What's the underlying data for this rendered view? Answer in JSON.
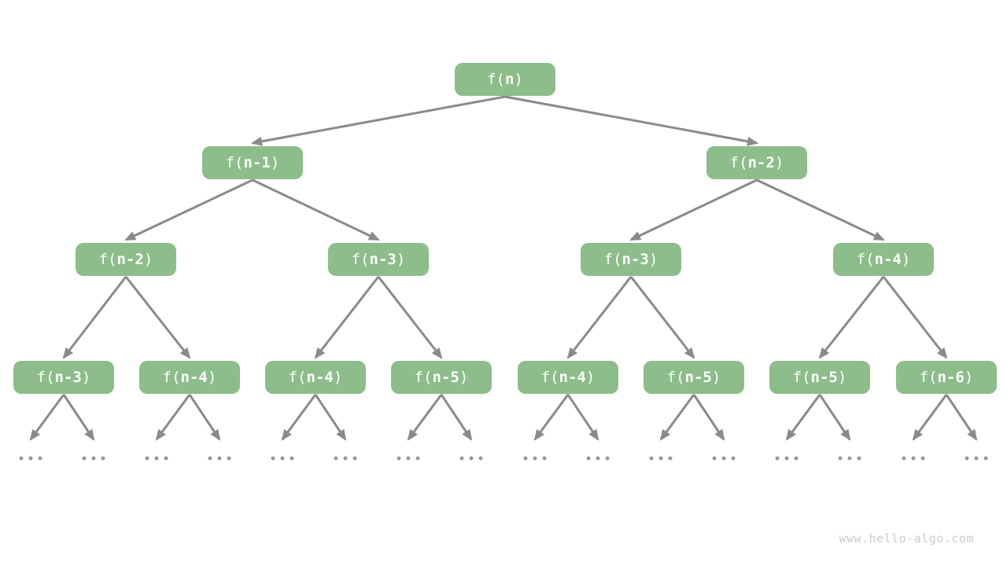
{
  "watermark": "www.hello-algo.com",
  "colors": {
    "node_bg": "#8CBD8A",
    "node_text": "#ffffff",
    "arrow": "#8a8a8a",
    "ellipsis_dot": "#999999",
    "watermark": "#cccccc",
    "background": "#ffffff"
  },
  "tree": {
    "leaf_marker": "...",
    "nodes": [
      {
        "id": "n0",
        "pre": "f(",
        "bold": "n",
        "post": ")",
        "label": "f(n)"
      },
      {
        "id": "n1",
        "pre": "f(",
        "bold": "n-1",
        "post": ")",
        "label": "f(n-1)"
      },
      {
        "id": "n2",
        "pre": "f(",
        "bold": "n-2",
        "post": ")",
        "label": "f(n-2)"
      },
      {
        "id": "n3",
        "pre": "f(",
        "bold": "n-2",
        "post": ")",
        "label": "f(n-2)"
      },
      {
        "id": "n4",
        "pre": "f(",
        "bold": "n-3",
        "post": ")",
        "label": "f(n-3)"
      },
      {
        "id": "n5",
        "pre": "f(",
        "bold": "n-3",
        "post": ")",
        "label": "f(n-3)"
      },
      {
        "id": "n6",
        "pre": "f(",
        "bold": "n-4",
        "post": ")",
        "label": "f(n-4)"
      },
      {
        "id": "n7",
        "pre": "f(",
        "bold": "n-3",
        "post": ")",
        "label": "f(n-3)"
      },
      {
        "id": "n8",
        "pre": "f(",
        "bold": "n-4",
        "post": ")",
        "label": "f(n-4)"
      },
      {
        "id": "n9",
        "pre": "f(",
        "bold": "n-4",
        "post": ")",
        "label": "f(n-4)"
      },
      {
        "id": "n10",
        "pre": "f(",
        "bold": "n-5",
        "post": ")",
        "label": "f(n-5)"
      },
      {
        "id": "n11",
        "pre": "f(",
        "bold": "n-4",
        "post": ")",
        "label": "f(n-4)"
      },
      {
        "id": "n12",
        "pre": "f(",
        "bold": "n-5",
        "post": ")",
        "label": "f(n-5)"
      },
      {
        "id": "n13",
        "pre": "f(",
        "bold": "n-5",
        "post": ")",
        "label": "f(n-5)"
      },
      {
        "id": "n14",
        "pre": "f(",
        "bold": "n-6",
        "post": ")",
        "label": "f(n-6)"
      }
    ],
    "edges": [
      [
        "n0",
        "n1"
      ],
      [
        "n0",
        "n2"
      ],
      [
        "n1",
        "n3"
      ],
      [
        "n1",
        "n4"
      ],
      [
        "n2",
        "n5"
      ],
      [
        "n2",
        "n6"
      ],
      [
        "n3",
        "n7"
      ],
      [
        "n3",
        "n8"
      ],
      [
        "n4",
        "n9"
      ],
      [
        "n4",
        "n10"
      ],
      [
        "n5",
        "n11"
      ],
      [
        "n5",
        "n12"
      ],
      [
        "n6",
        "n13"
      ],
      [
        "n6",
        "n14"
      ]
    ],
    "leaf_parents": [
      "n7",
      "n8",
      "n9",
      "n10",
      "n11",
      "n12",
      "n13",
      "n14"
    ]
  }
}
